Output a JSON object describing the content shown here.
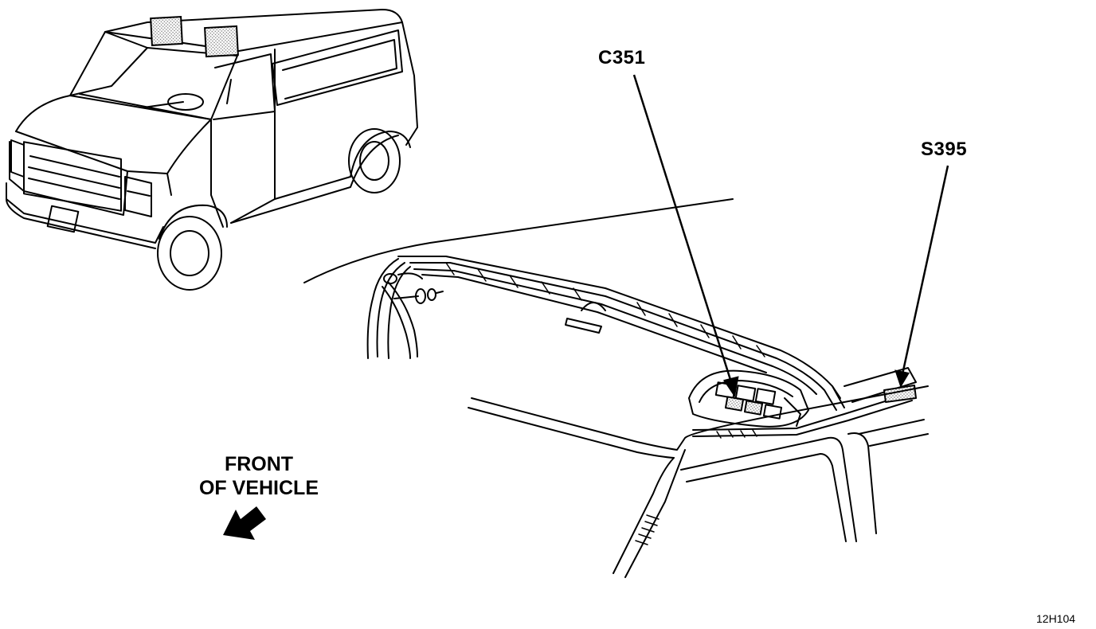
{
  "callouts": {
    "c351": "C351",
    "s395": "S395"
  },
  "orientation": {
    "line1": "FRONT",
    "line2": "OF VEHICLE"
  },
  "figure_id": "12H104",
  "colors": {
    "ink": "#000000",
    "paper": "#ffffff",
    "stipple": "#9a9a9a"
  }
}
